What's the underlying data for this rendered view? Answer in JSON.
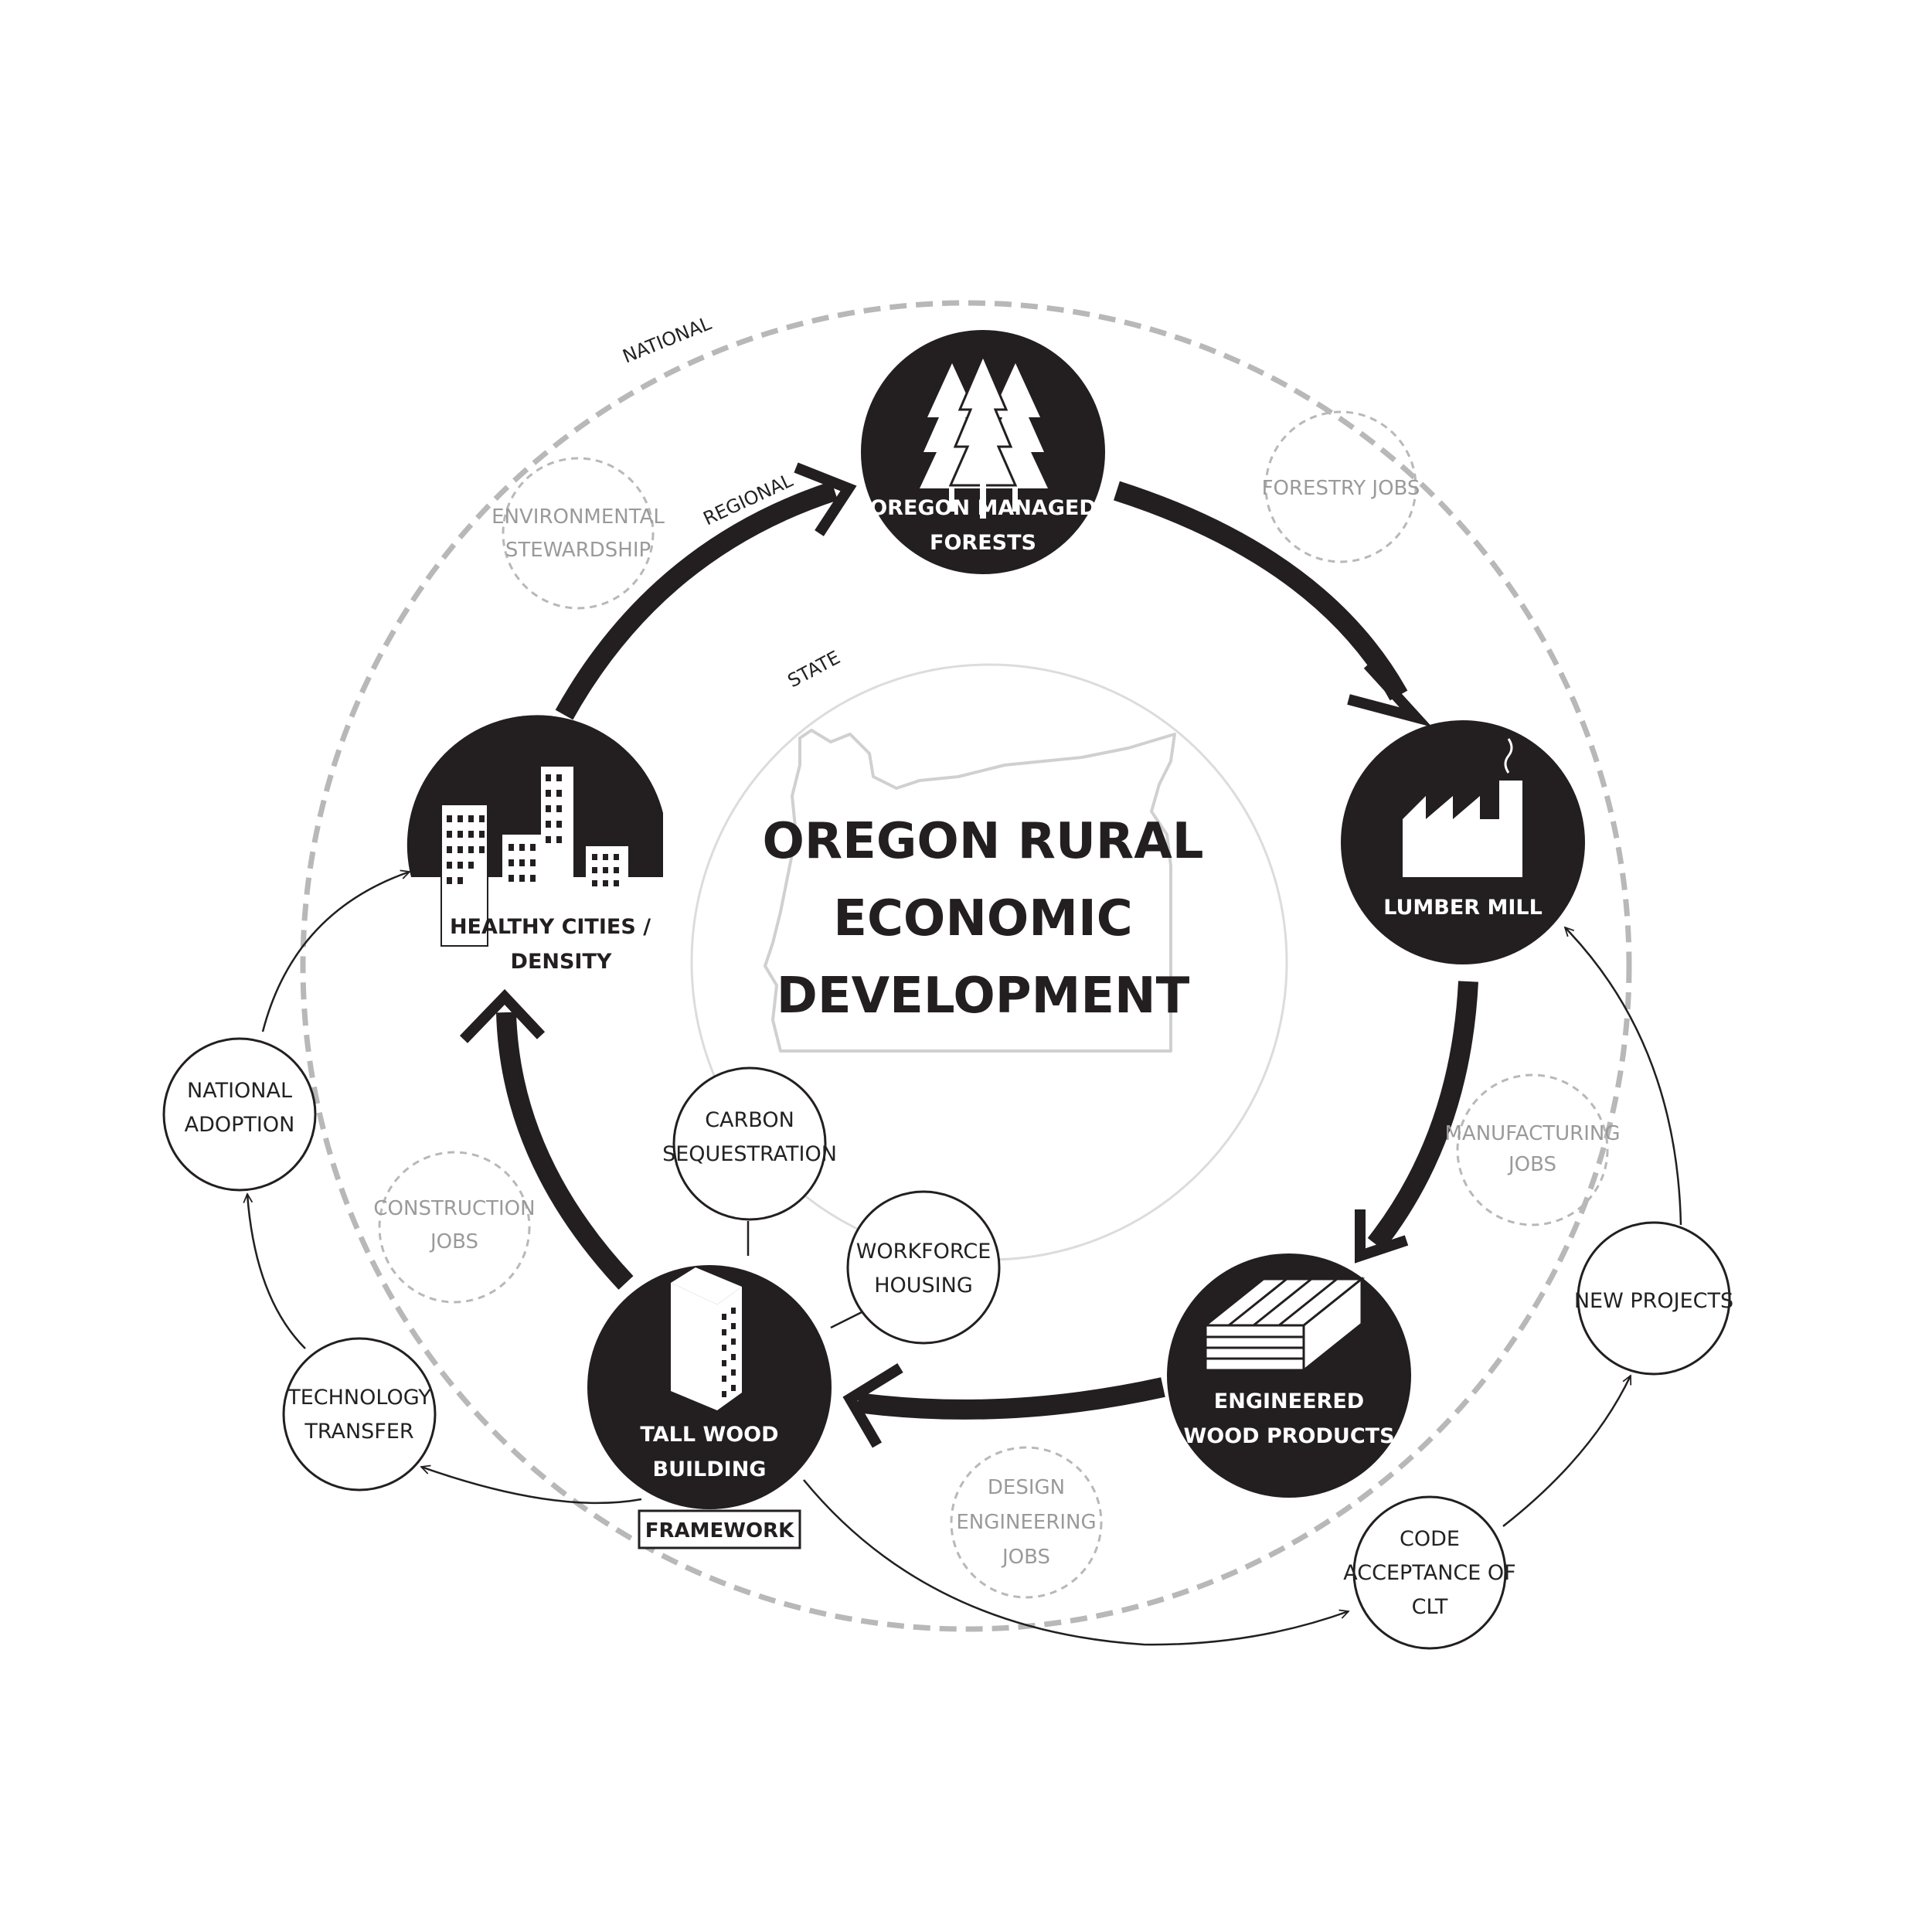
{
  "title_lines": [
    "OREGON RURAL",
    "ECONOMIC",
    "DEVELOPMENT"
  ],
  "rings": {
    "national": "NATIONAL",
    "regional": "REGIONAL",
    "state": "STATE"
  },
  "main_nodes": {
    "forests": [
      "OREGON MANAGED",
      "FORESTS"
    ],
    "mill": [
      "LUMBER MILL"
    ],
    "ewp": [
      "ENGINEERED",
      "WOOD PRODUCTS"
    ],
    "tall": [
      "TALL WOOD",
      "BUILDING"
    ],
    "cities": [
      "HEALTHY CITIES /",
      "DENSITY"
    ]
  },
  "job_bubbles": {
    "forestry": [
      "FORESTRY JOBS"
    ],
    "manufacturing": [
      "MANUFACTURING",
      "JOBS"
    ],
    "design": [
      "DESIGN",
      "ENGINEERING",
      "JOBS"
    ],
    "construction": [
      "CONSTRUCTION",
      "JOBS"
    ],
    "environmental": [
      "ENVIRONMENTAL",
      "STEWARDSHIP"
    ]
  },
  "outer_nodes": {
    "carbon": [
      "CARBON",
      "SEQUESTRATION"
    ],
    "workforce": [
      "WORKFORCE",
      "HOUSING"
    ],
    "national_adoption": [
      "NATIONAL",
      "ADOPTION"
    ],
    "technology": [
      "TECHNOLOGY",
      "TRANSFER"
    ],
    "new_projects": [
      "NEW PROJECTS"
    ],
    "code": [
      "CODE",
      "ACCEPTANCE OF",
      "CLT"
    ]
  },
  "framework_label": "FRAMEWORK",
  "colors": {
    "dark": "#231f20",
    "grey": "#b5b5b5",
    "light_grey": "#d9d9d9",
    "white": "#ffffff"
  }
}
